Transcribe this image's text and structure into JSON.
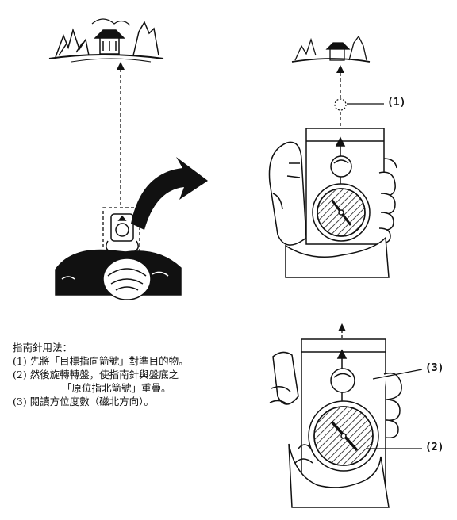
{
  "callouts": {
    "c1": "(1)",
    "c2": "(2)",
    "c3": "(3)"
  },
  "instructions": {
    "title": "指南針用法：",
    "step1": "(1)  先將「目標指向箭號」對準目的物。",
    "step2a": "(2)  然後旋轉轉盤，使指南針與盤底之",
    "step2b": "「原位指北箭號」重疊。",
    "step3": "(3)  閱讀方位度數（磁北方向）。"
  },
  "colors": {
    "ink": "#111111",
    "paper": "#ffffff"
  }
}
